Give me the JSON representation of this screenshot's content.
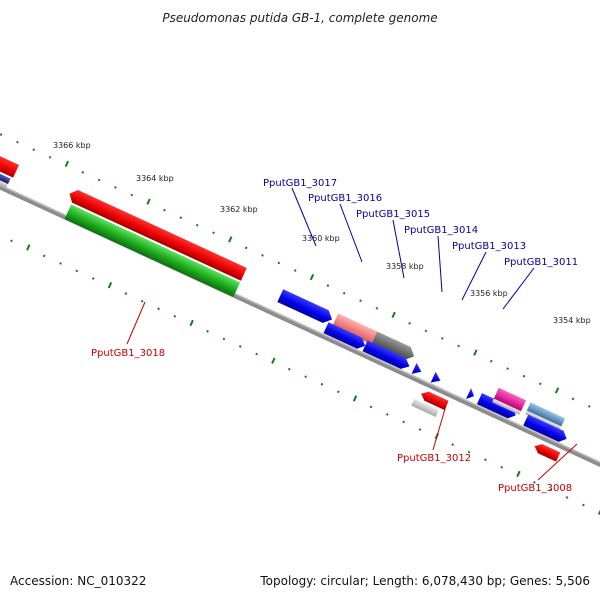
{
  "title": "Pseudomonas putida GB-1, complete genome",
  "footer": {
    "accession": "Accession: NC_010322",
    "topology": "Topology: circular; Length: 6,078,430 bp; Genes: 5,506"
  },
  "colors": {
    "forward_label": "#0000aa",
    "reverse_label": "#cc0000",
    "backbone": "#888888",
    "ruler": "#1a7a1a"
  },
  "scale_labels": [
    "3366 kbp",
    "3364 kbp",
    "3362 kbp",
    "3360 kbp",
    "3358 kbp",
    "3356 kbp",
    "3354 kbp"
  ],
  "forward_gene_labels": [
    "PputGB1_3017",
    "PputGB1_3016",
    "PputGB1_3015",
    "PputGB1_3014",
    "PputGB1_3013",
    "PputGB1_3011"
  ],
  "reverse_gene_labels": [
    "PputGB1_3018",
    "PputGB1_3012",
    "PputGB1_3008"
  ]
}
